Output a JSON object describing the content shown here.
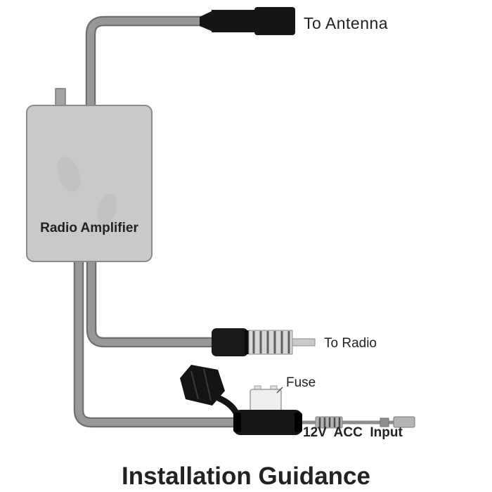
{
  "diagram": {
    "labels": {
      "to_antenna": "To Antenna",
      "radio_amplifier": "Radio Amplifier",
      "to_radio": "To Radio",
      "fuse": "Fuse",
      "acc_input": "12V  ACC  Input"
    },
    "title": "Installation Guidance",
    "colors": {
      "wire_gray": "#8d8d8d",
      "box_fill": "#c9c9c9",
      "box_border": "#8a8a8a",
      "connector_black": "#171717",
      "metal_silver": "#d8d8d8",
      "label_text": "#222222",
      "title_red": "#e8000d"
    }
  }
}
